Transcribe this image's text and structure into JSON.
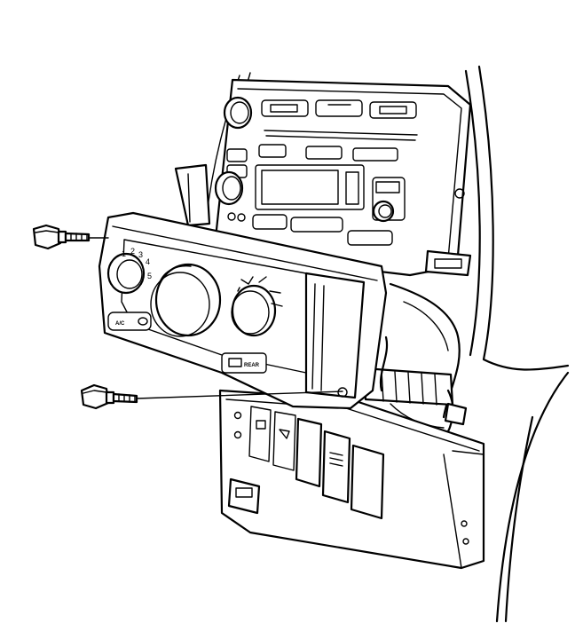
{
  "diagram": {
    "fan_speed_labels": [
      "1",
      "2",
      "3",
      "4",
      "5"
    ],
    "ac_button_label": "A/C",
    "rear_button_label": "REAR",
    "stroke_color": "#000000",
    "background_color": "#ffffff"
  }
}
